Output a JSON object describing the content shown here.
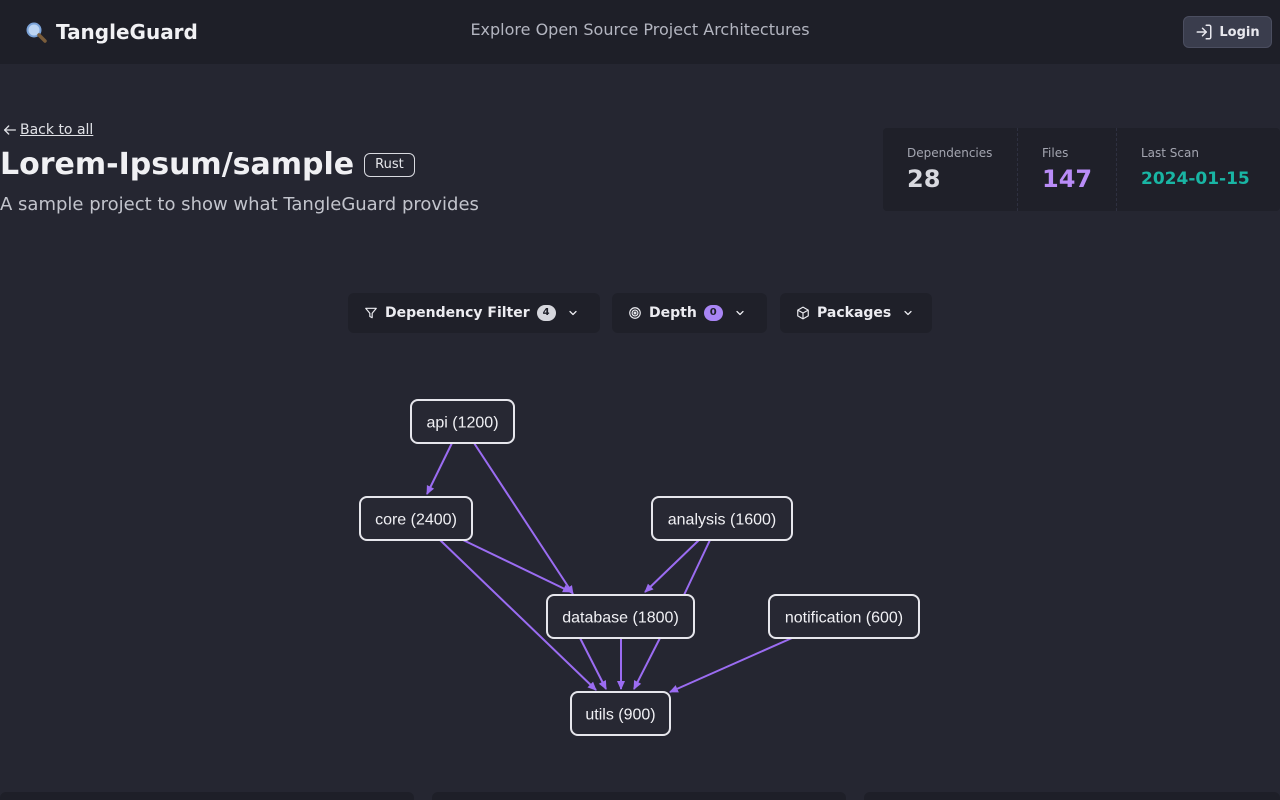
{
  "app": {
    "name": "TangleGuard",
    "tagline": "Explore Open Source Project Architectures",
    "login_label": "Login"
  },
  "project": {
    "back_label": "Back to all",
    "name": "Lorem-Ipsum/sample",
    "language": "Rust",
    "description": "A sample project to show what TangleGuard provides"
  },
  "stats": [
    {
      "label": "Dependencies",
      "value": "28",
      "color": "#d8d9df"
    },
    {
      "label": "Files",
      "value": "147",
      "color": "#b98cf7"
    },
    {
      "label": "Last Scan",
      "value": "2024-01-15",
      "color": "#19b5a4"
    }
  ],
  "filters": {
    "dependency": {
      "label": "Dependency Filter",
      "count": "4"
    },
    "depth": {
      "label": "Depth",
      "count": "0"
    },
    "packages": {
      "label": "Packages"
    }
  },
  "graph": {
    "nodes": [
      {
        "id": "api",
        "label": "api (1200)"
      },
      {
        "id": "core",
        "label": "core (2400)"
      },
      {
        "id": "analysis",
        "label": "analysis (1600)"
      },
      {
        "id": "database",
        "label": "database (1800)"
      },
      {
        "id": "notification",
        "label": "notification (600)"
      },
      {
        "id": "utils",
        "label": "utils (900)"
      }
    ],
    "edges": [
      {
        "from": "api",
        "to": "core"
      },
      {
        "from": "api",
        "to": "database"
      },
      {
        "from": "core",
        "to": "database"
      },
      {
        "from": "core",
        "to": "utils"
      },
      {
        "from": "analysis",
        "to": "database"
      },
      {
        "from": "analysis",
        "to": "utils"
      },
      {
        "from": "database",
        "to": "utils"
      },
      {
        "from": "notification",
        "to": "utils"
      }
    ]
  },
  "colors": {
    "accent": "#9b6cf2",
    "background": "#252631",
    "panel": "#1f2029"
  }
}
